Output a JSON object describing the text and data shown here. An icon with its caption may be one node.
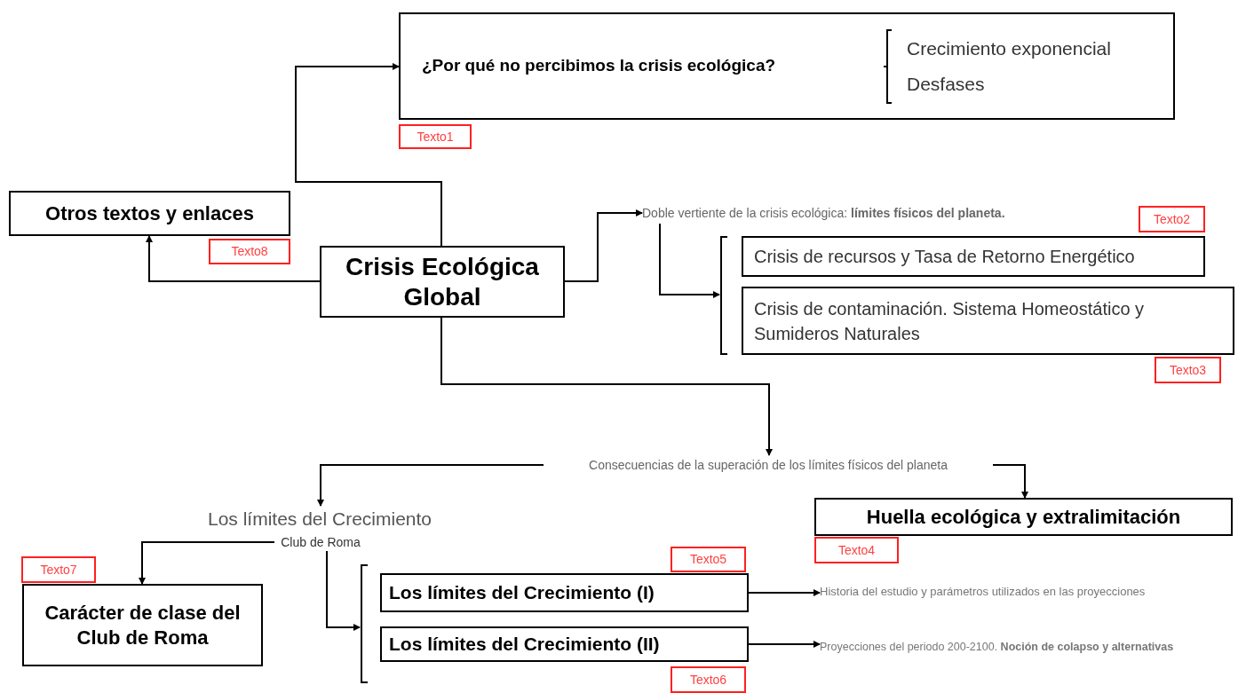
{
  "diagram": {
    "nodes": [
      {
        "text": [
          "Crisis Ecológica Global"
        ]
      },
      {
        "text": [
          "¿Por qué no percibimos la crisis ecológica?",
          "Crecimiento exponencial",
          "Desfases"
        ]
      },
      {
        "text": [
          "Otros textos y enlaces"
        ]
      },
      {
        "text": [
          "Doble vertiente de la crisis ecológica: **límites físicos del planeta.**"
        ]
      },
      {
        "text": [
          "Crisis de recursos y Tasa de Retorno Energético"
        ]
      },
      {
        "text": [
          "Crisis de contaminación. Sistema Homeostático y Sumideros Naturales"
        ]
      },
      {
        "text": [
          "Consecuencias de la superación de los límites físicos del planeta"
        ]
      },
      {
        "text": [
          "Los límites del Crecimiento"
        ]
      },
      {
        "text": [
          "Club de Roma"
        ]
      },
      {
        "text": [
          "Huella ecológica y extralimitación"
        ]
      },
      {
        "text": [
          "Carácter de clase del Club de Roma"
        ]
      },
      {
        "text": [
          "Los límites del Crecimiento (I)"
        ]
      },
      {
        "text": [
          "Los límites del Crecimiento (II)"
        ]
      },
      {
        "text": [
          "Historia del estudio y parámetros utilizados en las proyecciones"
        ]
      },
      {
        "text": [
          "Proyecciones del periodo 200-2100. **Noción de colapso y alternativas**"
        ]
      },
      {
        "text": [],
        "shape": "bracket"
      },
      {
        "text": [],
        "shape": "bracket"
      },
      {
        "text": [
          "Texto1"
        ]
      },
      {
        "text": [
          "Texto8"
        ]
      },
      {
        "text": [
          "Texto2"
        ]
      },
      {
        "text": [
          "Texto3"
        ]
      },
      {
        "text": [
          "Texto4"
        ]
      },
      {
        "text": [
          "Texto7"
        ]
      },
      {
        "text": [
          "Texto5"
        ]
      },
      {
        "text": [
          "Texto6"
        ]
      }
    ],
    "edges": [
      {
        "from": 0,
        "to": 1,
        "arrow": "to"
      },
      {
        "from": 0,
        "to": 2,
        "arrow": "to"
      },
      {
        "from": 0,
        "to": 3,
        "arrow": "to"
      },
      {
        "from": 3,
        "to": 15,
        "arrow": "to"
      },
      {
        "from": 0,
        "to": 6,
        "arrow": "to"
      },
      {
        "from": 6,
        "to": 7,
        "arrow": "to"
      },
      {
        "from": 6,
        "to": 9,
        "arrow": "to"
      },
      {
        "from": 8,
        "to": 10,
        "arrow": "to"
      },
      {
        "from": 8,
        "to": 16,
        "arrow": "to"
      },
      {
        "from": 11,
        "to": 13,
        "arrow": "to"
      },
      {
        "from": 12,
        "to": 14,
        "arrow": "to"
      }
    ]
  }
}
